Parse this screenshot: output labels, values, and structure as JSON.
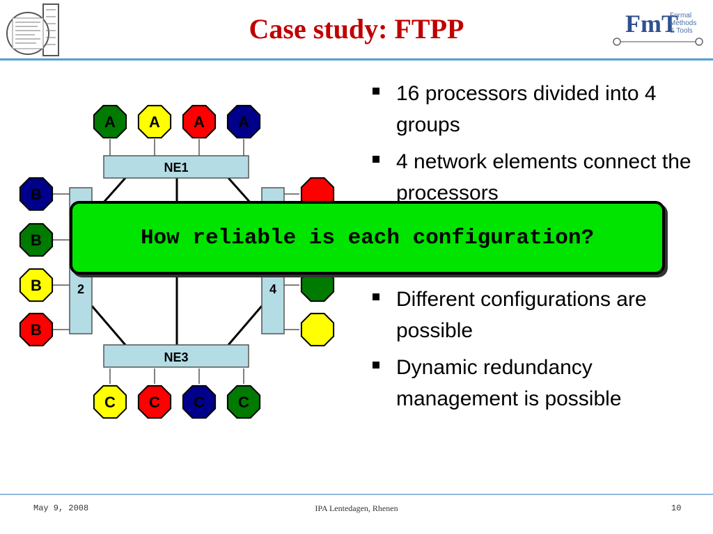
{
  "slide": {
    "title": "Case study: FTPP",
    "bullets": [
      "16 processors divided into 4 groups",
      "4 network elements connect the processors",
      "Different configurations are possible",
      "Dynamic redundancy management is possible"
    ],
    "banner_text": "How reliable is each configuration?"
  },
  "logos": {
    "fmt_letters": "FmT",
    "fmt_lines": [
      "Formal",
      "Methods",
      "& Tools"
    ]
  },
  "diagram": {
    "ne1": "NE1",
    "ne3": "NE3",
    "ne2_number": "2",
    "ne4_number": "4",
    "top_nodes": [
      {
        "label": "A",
        "color": "#007a00"
      },
      {
        "label": "A",
        "color": "#ffff00"
      },
      {
        "label": "A",
        "color": "#ff0000"
      },
      {
        "label": "A",
        "color": "#00008b"
      }
    ],
    "left_nodes": [
      {
        "label": "B",
        "color": "#00008b"
      },
      {
        "label": "B",
        "color": "#007a00"
      },
      {
        "label": "B",
        "color": "#ffff00"
      },
      {
        "label": "B",
        "color": "#ff0000"
      }
    ],
    "bottom_nodes": [
      {
        "label": "C",
        "color": "#ffff00"
      },
      {
        "label": "C",
        "color": "#ff0000"
      },
      {
        "label": "C",
        "color": "#00008b"
      },
      {
        "label": "C",
        "color": "#007a00"
      }
    ],
    "right_nodes": [
      {
        "label": "",
        "color": "#ff0000"
      },
      {
        "label": "",
        "color": "#007a00"
      },
      {
        "label": "",
        "color": "#007a00"
      },
      {
        "label": "",
        "color": "#ffff00"
      }
    ],
    "ne_fill": "#b4dce4"
  },
  "footer": {
    "date": "May 9, 2008",
    "event": "IPA Lentedagen, Rhenen",
    "page": "10"
  }
}
